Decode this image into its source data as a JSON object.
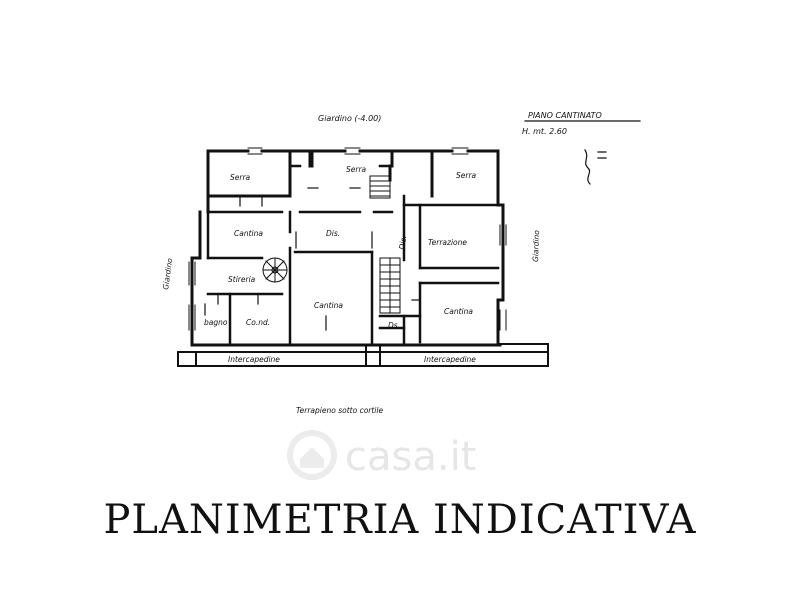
{
  "plan": {
    "header_left": "Giardino (-4.00)",
    "header_right": "PIANO CANTINATO",
    "header_height": "H. mt. 2.60",
    "side_left": "Giardino",
    "side_right": "Giardino",
    "bottom_note": "Terrapieno sotto cortile",
    "rooms": {
      "serra_left": "Serra",
      "serra_middle": "Serra",
      "serra_right": "Serra",
      "cantina_top_left": "Cantina",
      "disimpegno_top": "Dis.",
      "disimpegno_right": "Dis.",
      "terrazione": "Terrazione",
      "stireria": "Stireria",
      "cantina_center": "Cantina",
      "cantina_right": "Cantina",
      "bagno": "bagno",
      "condizionamento": "Co.nd.",
      "disimpegno_bottom": "Ds.",
      "intercapedine_left": "Intercapedine",
      "intercapedine_right": "Intercapedine"
    }
  },
  "watermark": "casa.it",
  "caption": "PLANIMETRIA INDICATIVA"
}
